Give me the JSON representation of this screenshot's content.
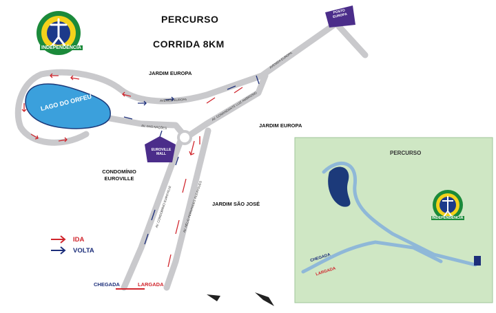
{
  "map": {
    "title_line1": "PERCURSO",
    "title_line2": "CORRIDA 8KM",
    "logo_text": "INDEPENDÊNCIA",
    "lake_label": "LAGO DO ORFEU",
    "mall_label": "EUROVILLE MALL",
    "posto_label": "POSTO EUROPA",
    "areas": {
      "jardim_europa_top": "JARDIM EUROPA",
      "jardim_europa_right": "JARDIM EUROPA",
      "condominio": "CONDOMÍNIO EUROVILLE",
      "jardim_sao_jose": "JARDIM SÃO JOSÉ"
    },
    "streets": {
      "av_europa_top": "AVENIDA EUROPA",
      "av_europa_diag": "AVENIDA EUROPA",
      "av_das_nacoes": "AV. DAS NAÇÕES",
      "av_comandante": "AV. COMANDANTE LUIZ AMBROSIO",
      "av_dr_condominio": "AV. CONDOMÍNIO EUROVILLE",
      "av_helio": "AV. HÉLIO FERNANDES RODRIGUES"
    },
    "legend": {
      "ida": "IDA",
      "volta": "VOLTA"
    },
    "chegada": "CHEGADA",
    "largada": "LARGADA",
    "colors": {
      "lake": "#3BA0DC",
      "lake_border": "#1C3A7A",
      "road": "#C9C9CC",
      "ida_arrow": "#D0252C",
      "volta_arrow": "#1C2E7A",
      "mall": "#4B2D8A",
      "inset_bg": "#CFE7C4"
    }
  },
  "inset": {
    "title": "PERCURSO",
    "subtitle": "",
    "logo_text": "INDEPENDÊNCIA",
    "chegada": "CHEGADA",
    "largada": "LARGADA"
  }
}
